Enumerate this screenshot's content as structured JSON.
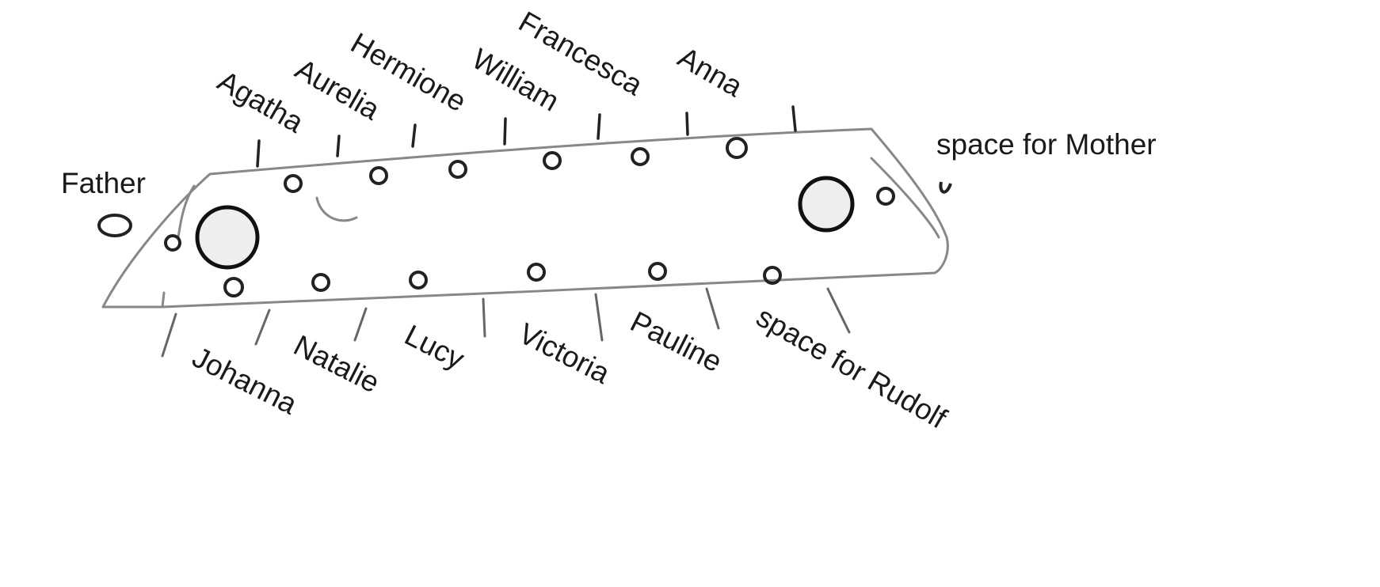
{
  "title_people": {
    "father": "Father",
    "mother": "space for Mother",
    "top_side": [
      "Agatha",
      "Aurelia",
      "Hermione",
      "William",
      "Francesca",
      "Anna"
    ],
    "bottom_side": [
      "Johanna",
      "Natalie",
      "Lucy",
      "Victoria",
      "Pauline",
      "space for Rudolf"
    ]
  },
  "colors": {
    "ink": "#1a1a1a",
    "pencil": "#888888"
  }
}
